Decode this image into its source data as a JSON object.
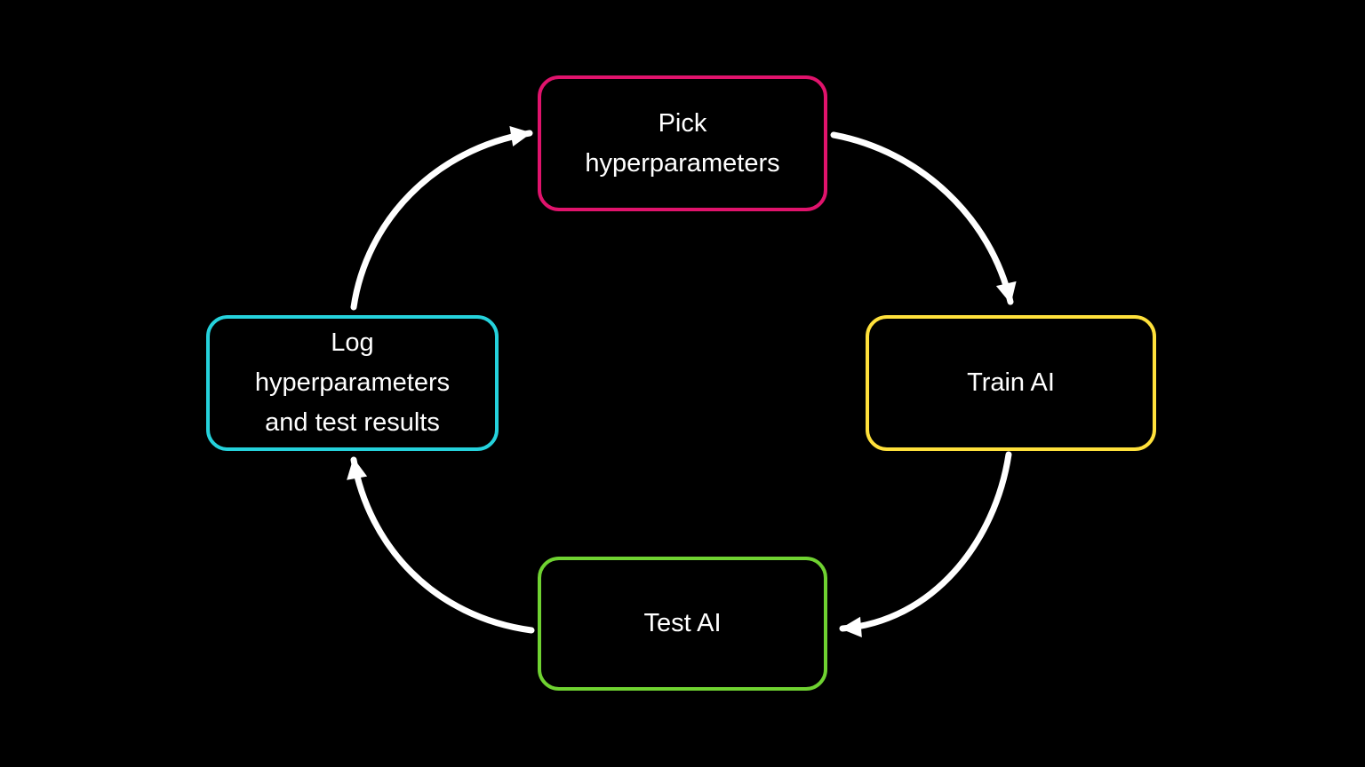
{
  "diagram": {
    "background_color": "#000000",
    "arrow_color": "#ffffff",
    "text_color": "#ffffff",
    "nodes": {
      "pick": {
        "lines": [
          "Pick",
          "hyperparameters"
        ],
        "border_color": "#e0136c"
      },
      "train": {
        "lines": [
          "Train AI"
        ],
        "border_color": "#ffe13b"
      },
      "test": {
        "lines": [
          "Test AI"
        ],
        "border_color": "#6fd231"
      },
      "log": {
        "lines": [
          "Log",
          "hyperparameters",
          "and test results"
        ],
        "border_color": "#25d2dc"
      }
    },
    "edges": [
      {
        "from": "pick",
        "to": "train"
      },
      {
        "from": "train",
        "to": "test"
      },
      {
        "from": "test",
        "to": "log"
      },
      {
        "from": "log",
        "to": "pick"
      }
    ]
  }
}
